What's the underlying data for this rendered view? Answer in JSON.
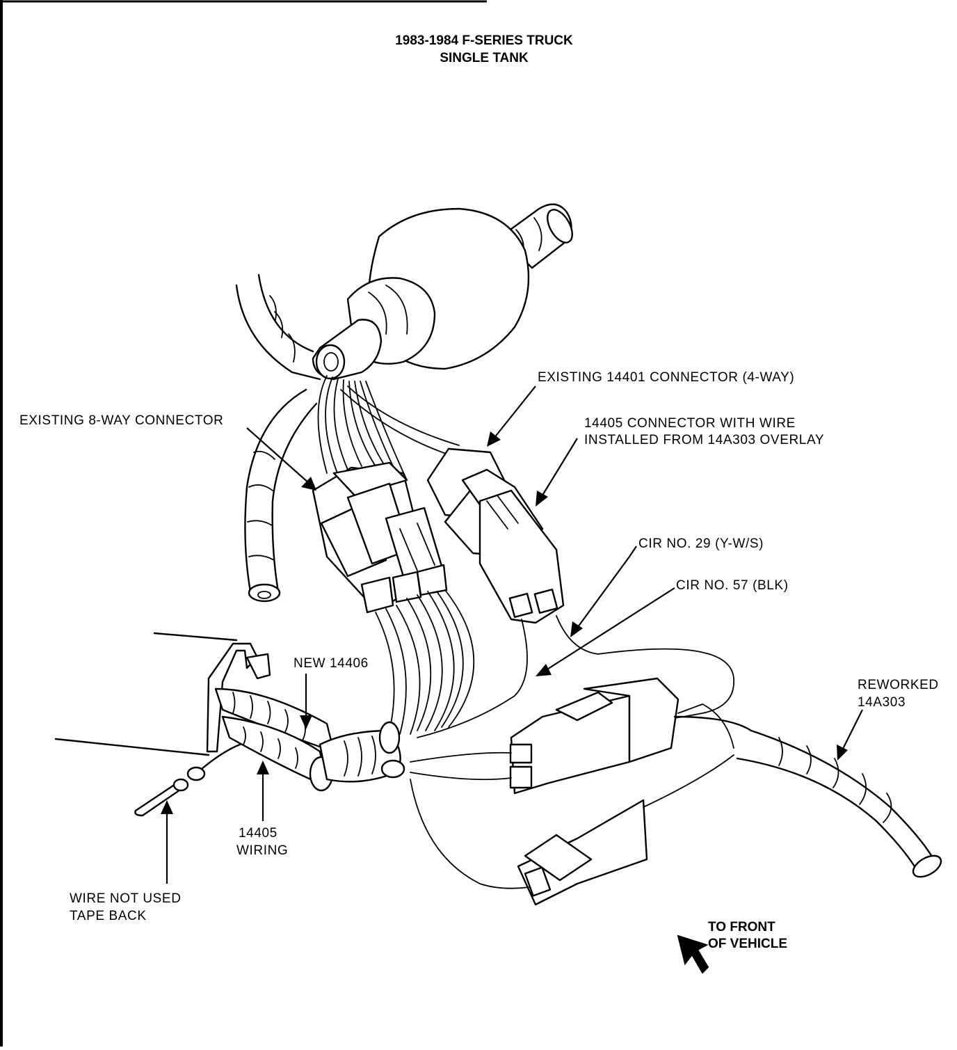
{
  "title": {
    "line1": "1983-1984 F-SERIES TRUCK",
    "line2": "SINGLE TANK"
  },
  "labels": {
    "existing_14401": "EXISTING 14401 CONNECTOR (4-WAY)",
    "existing_8way": "EXISTING 8-WAY CONNECTOR",
    "conn_14405_line1": "14405 CONNECTOR WITH WIRE",
    "conn_14405_line2": "INSTALLED FROM 14A303 OVERLAY",
    "cir29": "CIR NO. 29 (Y-W/S)",
    "cir57": "CIR NO. 57 (BLK)",
    "new_14406": "NEW 14406",
    "reworked_line1": "REWORKED",
    "reworked_line2": "14A303",
    "wiring_14405_line1": "14405",
    "wiring_14405_line2": "WIRING",
    "wire_not_used_line1": "WIRE NOT USED",
    "wire_not_used_line2": "TAPE BACK",
    "to_front_line1": "TO FRONT",
    "to_front_line2": "OF VEHICLE"
  }
}
